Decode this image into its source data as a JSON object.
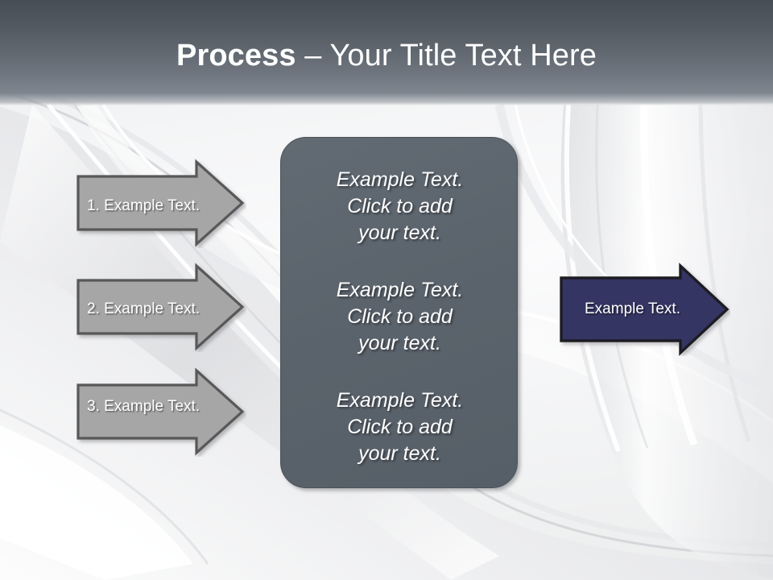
{
  "slide": {
    "title_bold": "Process",
    "title_rest": " – Your Title Text Here",
    "header_color": "#4e555d",
    "background_color": "#f2f3f4"
  },
  "input_arrows": {
    "fill_color": "#a6a6a6",
    "border_color": "#595959",
    "items": [
      {
        "label": "1. Example Text."
      },
      {
        "label": "2. Example Text."
      },
      {
        "label": "3. Example Text."
      }
    ]
  },
  "center_panel": {
    "fill_color": "#5b636c",
    "blocks": [
      {
        "text": "Example Text.\nClick  to add\nyour text."
      },
      {
        "text": "Example Text.\nClick  to add\nyour text."
      },
      {
        "text": "Example Text.\nClick  to add\nyour text."
      }
    ]
  },
  "output_arrow": {
    "label": "Example Text.",
    "fill_color": "#363564",
    "border_color": "#1c1c24"
  }
}
